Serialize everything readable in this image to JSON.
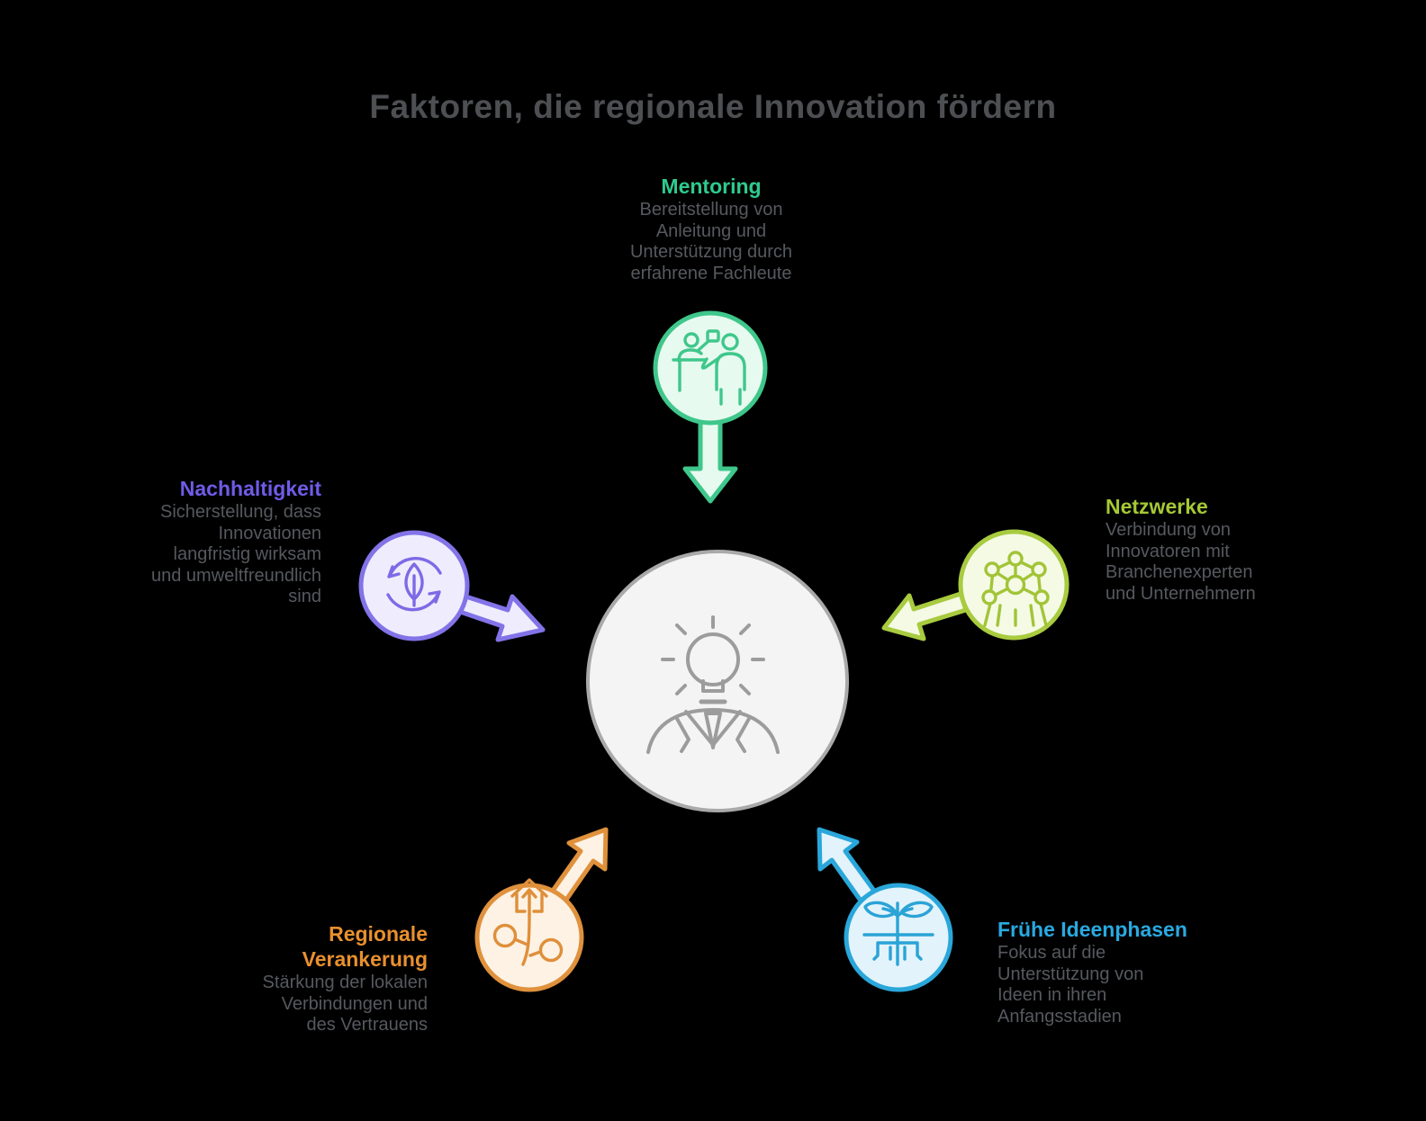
{
  "title": "Faktoren, die regionale Innovation fördern",
  "center": {
    "icon": "idea-person-icon",
    "fill": "#f4f4f4",
    "stroke": "#a9a9a9"
  },
  "factors": [
    {
      "id": "mentoring",
      "title": "Mentoring",
      "description": "Bereitstellung von\nAnleitung und\nUnterstützung durch\nerfahrene Fachleute",
      "color": "#2ecb8d",
      "circle_fill": "#e7faf0",
      "circle_stroke": "#3fc78b",
      "icon": "mentoring-people-icon",
      "position": "top"
    },
    {
      "id": "nachhaltigkeit",
      "title": "Nachhaltigkeit",
      "description": "Sicherstellung, dass\nInnovationen\nlangfristig wirksam\nund umweltfreundlich\nsind",
      "color": "#6f5be8",
      "circle_fill": "#efecfd",
      "circle_stroke": "#8273e8",
      "icon": "leaf-cycle-icon",
      "position": "left"
    },
    {
      "id": "netzwerke",
      "title": "Netzwerke",
      "description": "Verbindung von\nInnovatoren mit\nBranchenexperten\nund Unternehmern",
      "color": "#a5c836",
      "circle_fill": "#f5fae5",
      "circle_stroke": "#a8cb3f",
      "icon": "network-atomium-icon",
      "position": "right"
    },
    {
      "id": "regionale-verankerung",
      "title": "Regionale\nVerankerung",
      "description": "Stärkung der lokalen\nVerbindungen und\ndes Vertrauens",
      "color": "#e8902e",
      "circle_fill": "#fdf2e4",
      "circle_stroke": "#e0913c",
      "icon": "house-branch-icon",
      "position": "bottom-left"
    },
    {
      "id": "fruehe-ideenphasen",
      "title": "Frühe Ideenphasen",
      "description": "Fokus auf die\nUnterstützung von\nIdeen in ihren\nAnfangsstadien",
      "color": "#29a9e0",
      "circle_fill": "#e3f3fb",
      "circle_stroke": "#2aa7da",
      "icon": "seedling-roots-icon",
      "position": "bottom-right"
    }
  ]
}
